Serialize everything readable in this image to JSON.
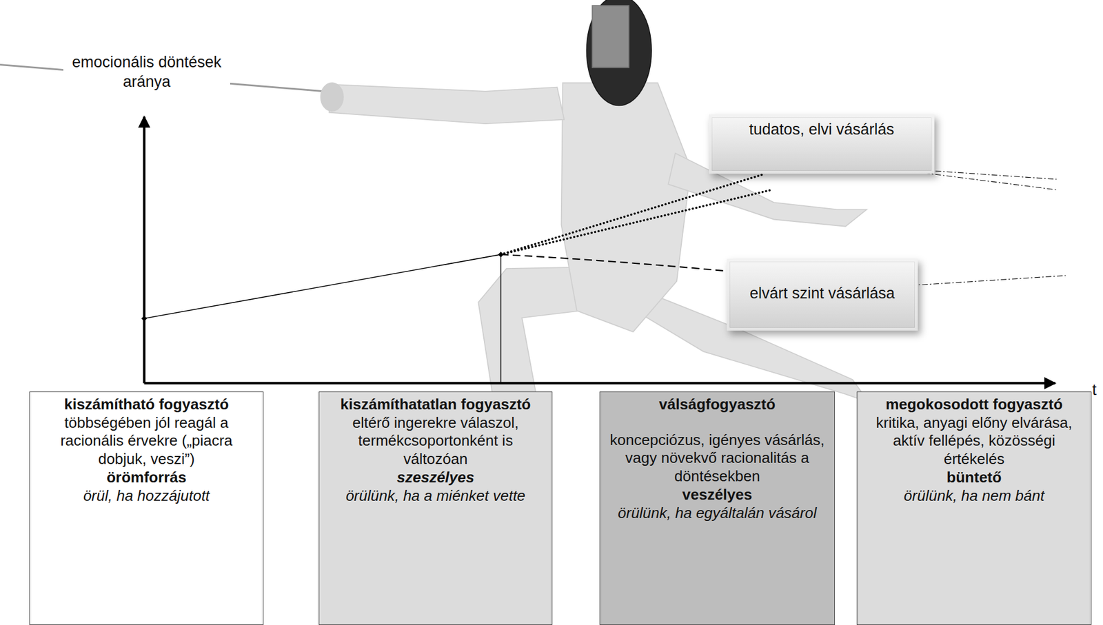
{
  "diagram": {
    "nodes": [
      {
        "text": [
          "tudatos, elvi vásárlás"
        ]
      },
      {
        "text": [
          "elvárt szint vásárlása"
        ]
      },
      {
        "text": [
          "kiszámítható fogyasztó",
          "többségében jól reagál a racionális érvekre („piacra dobjuk, veszi”)",
          "örömforrás",
          "örül, ha hozzájutott"
        ]
      },
      {
        "text": [
          "kiszámíthatatlan fogyasztó",
          "eltérő ingerekre válaszol, termékcsoportonként is változóan",
          "szeszélyes",
          "örülünk, ha a miénket vette"
        ]
      },
      {
        "text": [
          "válságfogyasztó",
          "koncepciózus, igényes vásárlás, vagy növekvő racionalitás a döntésekben",
          "veszélyes",
          "örülünk, ha egyáltalán vásárol"
        ]
      },
      {
        "text": [
          "megokosodott fogyasztó",
          "kritika, anyagi előny elvárása, aktív fellépés, közösségi értékelés",
          "büntető",
          "örülünk, ha nem bánt"
        ]
      }
    ],
    "edges": [],
    "labels": [
      "emocionális döntések aránya",
      "t"
    ]
  }
}
